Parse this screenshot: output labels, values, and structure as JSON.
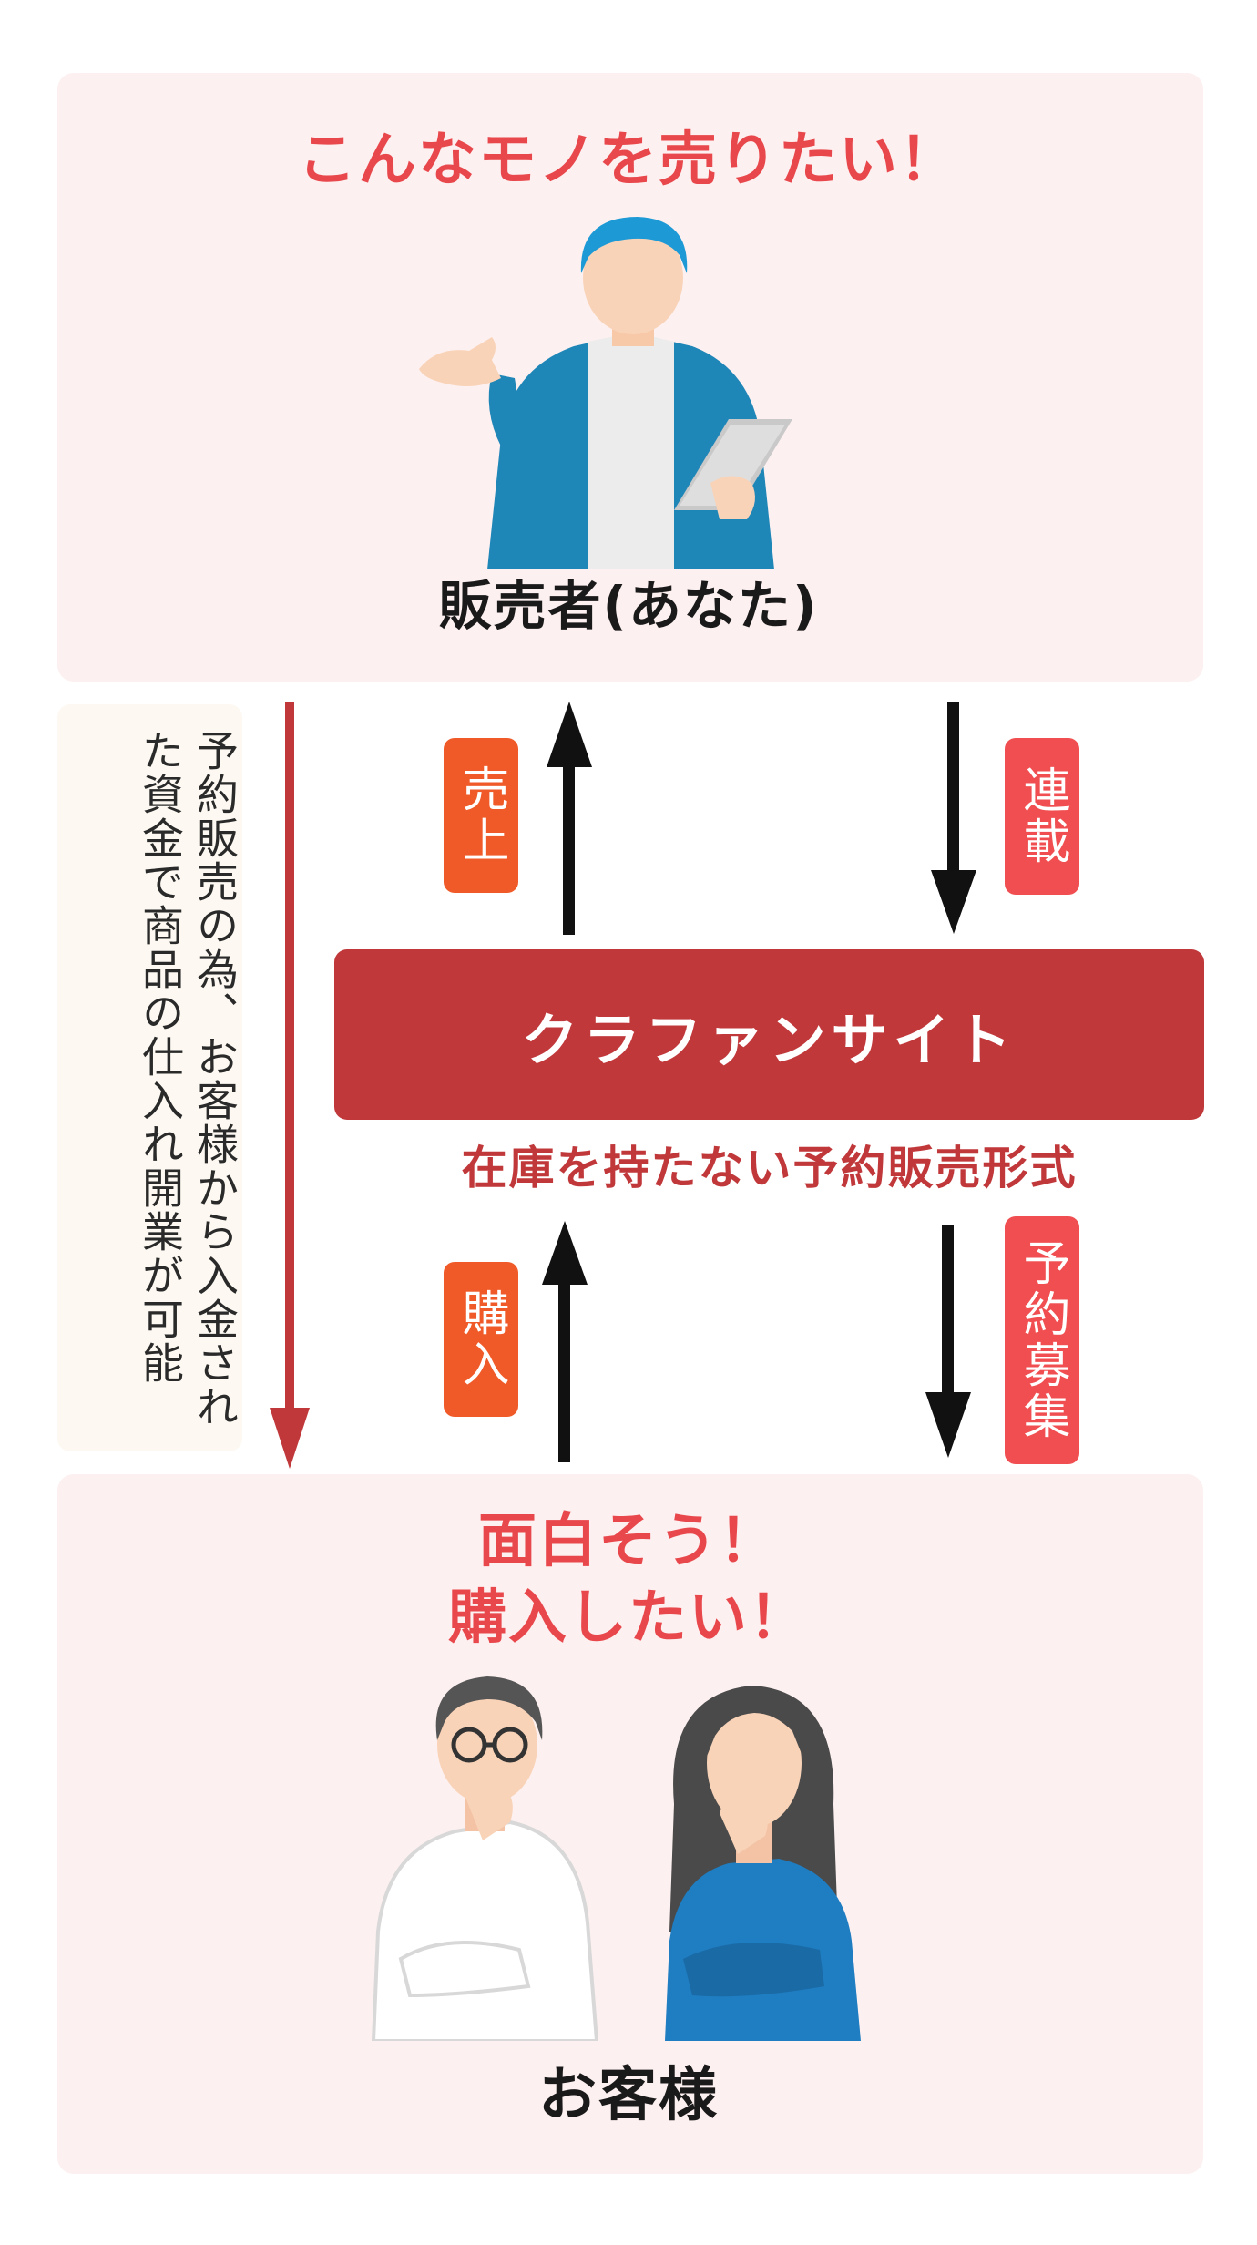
{
  "seller": {
    "headline": "こんなモノを売りたい！",
    "label": "販売者(あなた)"
  },
  "customer": {
    "headline": "面白そう！\n購入したい！",
    "label": "お客様"
  },
  "note": {
    "text": "予約販売の為、お客様から入金された資金で商品の仕入れ開業が可能"
  },
  "site": {
    "name": "クラファンサイト",
    "subtitle": "在庫を持たない予約販売形式"
  },
  "tags": {
    "sales": "売上",
    "listing": "連載",
    "purchase": "購入",
    "preorder": "予約募集"
  },
  "colors": {
    "panel_bg": "#fdf0f0",
    "accent_red": "#c1383b",
    "headline_red": "#e8474b",
    "tag_orange": "#f05a28",
    "tag_red": "#f04e50",
    "arrow_black": "#111111"
  }
}
